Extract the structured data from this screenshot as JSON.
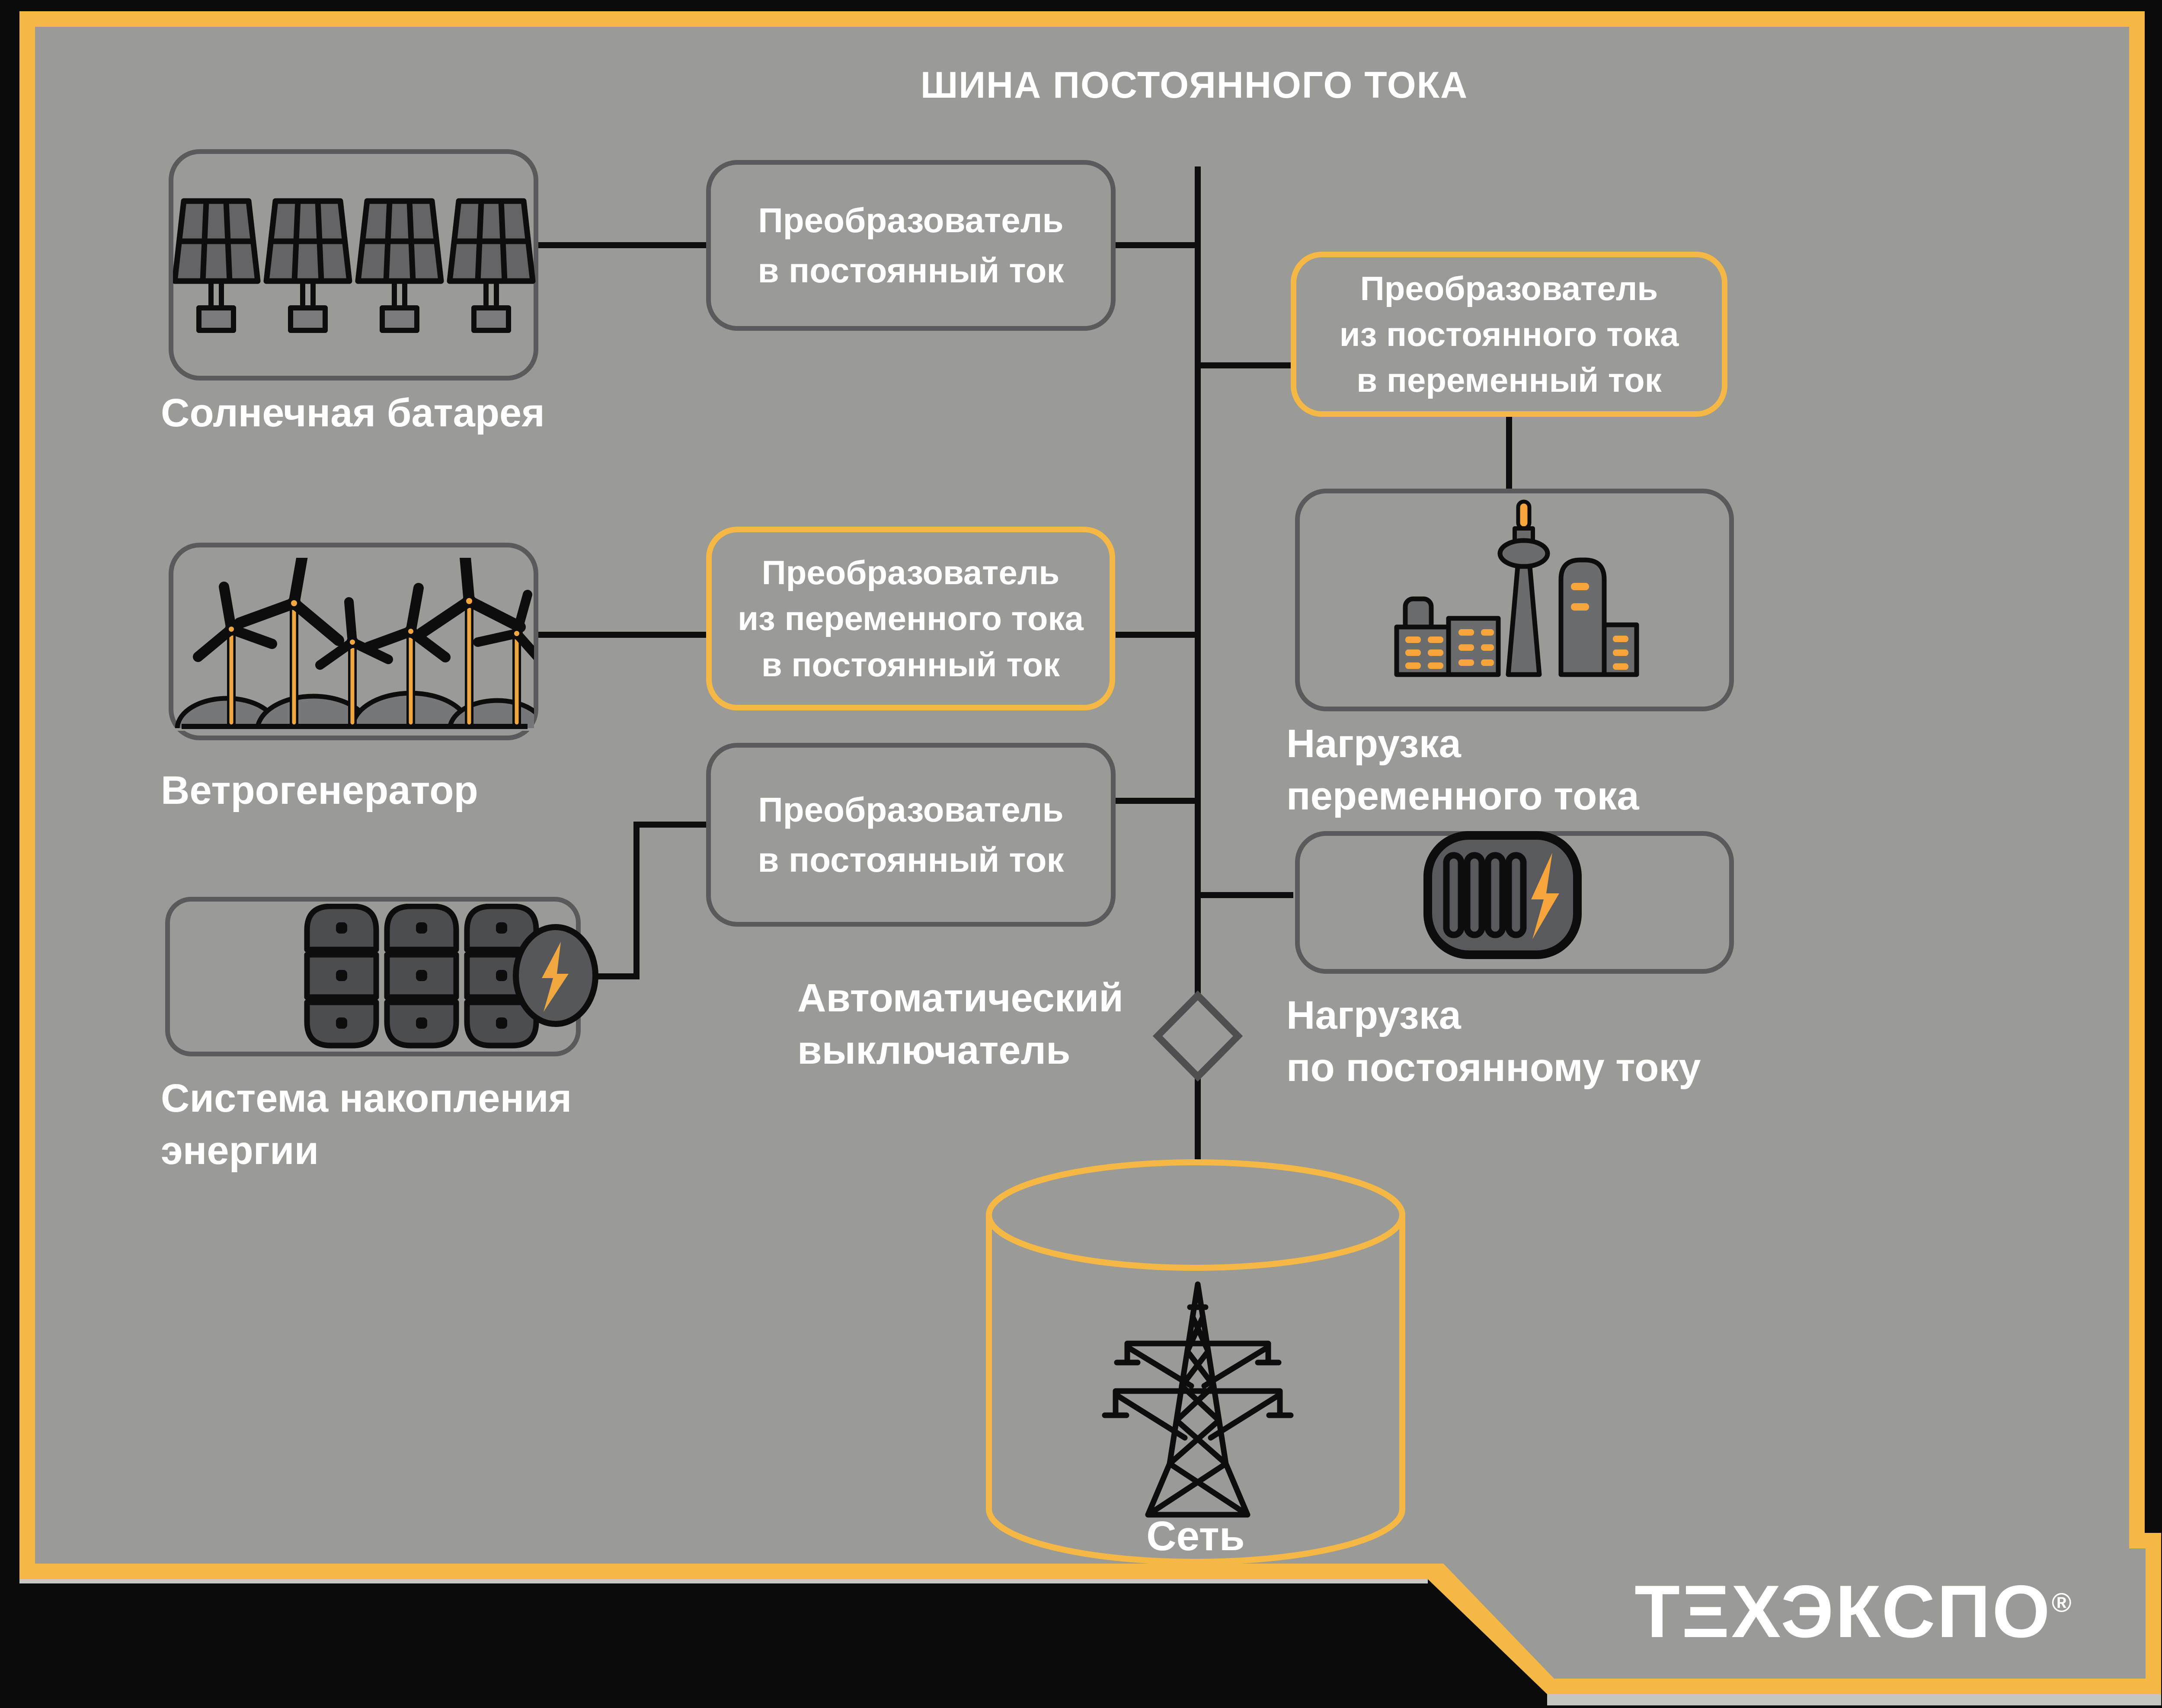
{
  "title": "ШИНА ПОСТОЯННОГО ТОКА",
  "colors": {
    "background": "#0B0B0B",
    "panel_gray": "#9A9A96",
    "accent_orange": "#F6B844",
    "box_border_gray": "#5A5A5D",
    "line_black": "#0E0E0E",
    "text_white": "#FFFFFF",
    "icon_orange": "#F5A53C"
  },
  "sources": {
    "solar": {
      "label": "Солнечная батарея",
      "icon": "solar-panels-icon"
    },
    "wind": {
      "label": "Ветрогенератор",
      "icon": "wind-turbines-icon"
    },
    "storage": {
      "label": "Система накопления\nэнергии",
      "icon": "battery-cells-icon"
    }
  },
  "converters": {
    "solar_dc": {
      "text": "Преобразователь\nв постоянный ток"
    },
    "wind_ac_dc": {
      "text": "Преобразователь\nиз переменного тока\nв постоянный ток"
    },
    "storage_dc": {
      "text": "Преобразователь\nв постоянный ток"
    },
    "dc_ac": {
      "text": "Преобразователь\nиз постоянного тока\nв переменный ток"
    }
  },
  "loads": {
    "ac_load": {
      "label": "Нагрузка\nпеременного тока",
      "icon": "city-buildings-icon"
    },
    "dc_load": {
      "label": "Нагрузка\nпо постоянному току",
      "icon": "battery-icon"
    }
  },
  "breaker": {
    "label": "Автоматический\nвыключатель",
    "icon": "diamond-breaker-icon"
  },
  "grid": {
    "label": "Сеть",
    "icon": "transmission-tower-icon"
  },
  "logo": {
    "text": "ТΞХЭКСПО",
    "registered": "®"
  }
}
